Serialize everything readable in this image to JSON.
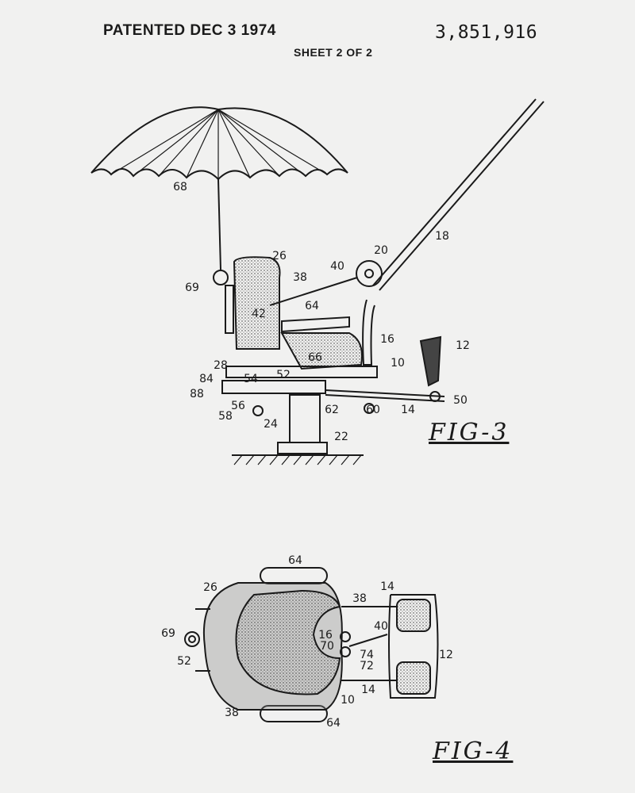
{
  "header": {
    "patented": "PATENTED DEC 3 1974",
    "patent_number": "3,851,916",
    "sheet": "SHEET 2 OF 2"
  },
  "fig3": {
    "title": "FIG-3",
    "labels": [
      "68",
      "69",
      "26",
      "38",
      "40",
      "20",
      "18",
      "42",
      "64",
      "16",
      "12",
      "66",
      "10",
      "28",
      "52",
      "54",
      "84",
      "88",
      "56",
      "58",
      "24",
      "62",
      "60",
      "14",
      "50",
      "22"
    ]
  },
  "fig4": {
    "title": "FIG-4",
    "labels": [
      "64",
      "26",
      "38",
      "14",
      "40",
      "16",
      "70",
      "74",
      "72",
      "12",
      "69",
      "52",
      "10",
      "14",
      "38",
      "64"
    ]
  }
}
